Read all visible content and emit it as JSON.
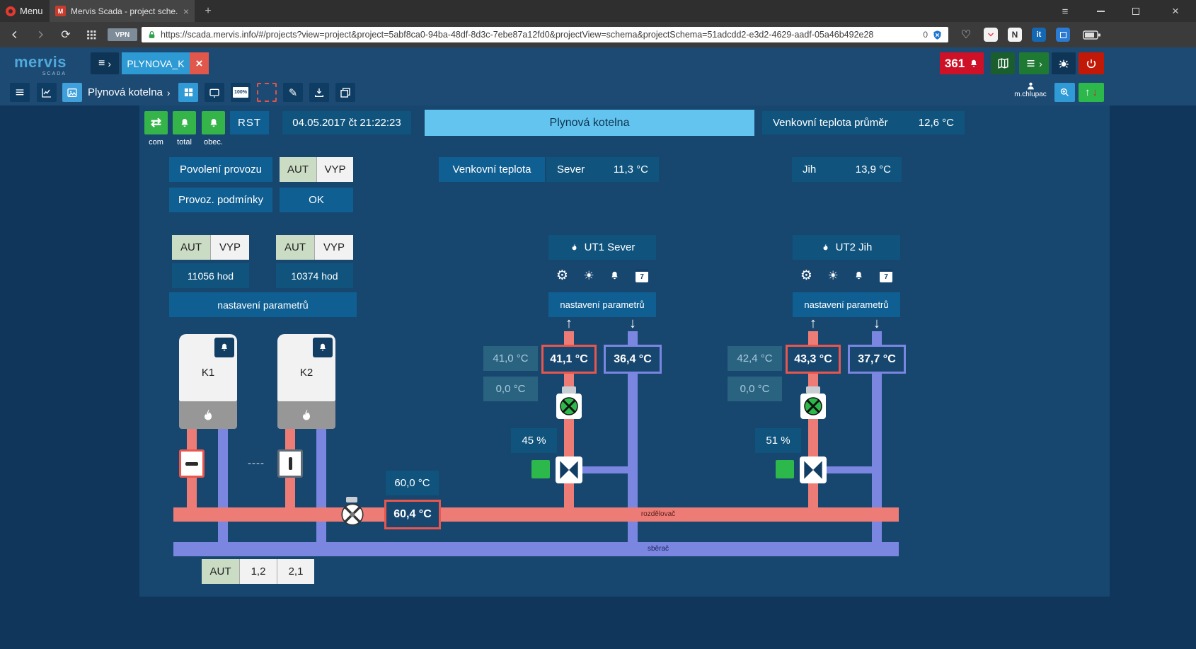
{
  "browser": {
    "menu_label": "Menu",
    "tab_title": "Mervis Scada - project sche...",
    "tab_favicon": "M",
    "new_tab": "+",
    "vpn_badge": "VPN",
    "url": "https://scada.mervis.info/#/projects?view=project&project=5abf8ca0-94ba-48df-8d3c-7ebe87a12fd0&projectView=schema&projectSchema=51adcdd2-e3d2-4629-aadf-05a46b492e28",
    "blocked_count": "0",
    "evernote_label": "N",
    "it_label": "it"
  },
  "header": {
    "logo": "mervis",
    "logo_sub": "scada",
    "project_tab": "PLYNOVA_K",
    "alarm_count": "361",
    "user": "m.chlupac"
  },
  "toolbar": {
    "breadcrumb": "Plynová kotelna",
    "zoom_100": "100%"
  },
  "scheme": {
    "legend_com": "com",
    "legend_total": "total",
    "legend_obec": "obec.",
    "rst": "RST",
    "datetime": "04.05.2017 čt 21:22:23",
    "title": "Plynová kotelna",
    "outdoor_avg_label": "Venkovní teplota průměr",
    "outdoor_avg_value": "12,6 °C",
    "enable_label": "Povolení provozu",
    "aut": "AUT",
    "vyp": "VYP",
    "conditions_label": "Provoz. podmínky",
    "conditions_value": "OK",
    "outdoor_label": "Venkovní teplota",
    "sever_label": "Sever",
    "sever_value": "11,3 °C",
    "jih_label": "Jih",
    "jih_value": "13,9 °C",
    "k1_name": "K1",
    "k2_name": "K2",
    "k1_hours": "11056 hod",
    "k2_hours": "10374 hod",
    "params_button": "nastavení parametrů",
    "dashes": "----",
    "ut1": {
      "title": "UT1 Sever",
      "calendar_day": "7",
      "setpoint": "41,0 °C",
      "supply": "41,1 °C",
      "return_temp": "36,4 °C",
      "aux": "0,0 °C",
      "valve_pct": "45 %"
    },
    "ut2": {
      "title": "UT2 Jih",
      "calendar_day": "7",
      "setpoint": "42,4 °C",
      "supply": "43,3 °C",
      "return_temp": "37,7 °C",
      "aux": "0,0 °C",
      "valve_pct": "51 %"
    },
    "header_setpoint": "60,0 °C",
    "header_actual": "60,4 °C",
    "supply_pipe_label": "rozdělovač",
    "return_pipe_label": "sběrač",
    "seq_aut": "AUT",
    "seq_12": "1,2",
    "seq_21": "2,1"
  },
  "icons": {
    "swap": "⇄",
    "up": "↑",
    "down": "↓",
    "gear": "⚙",
    "sun": "☀",
    "pencil": "✎",
    "heart": "♡",
    "reload": "⟳",
    "menu": "≡",
    "chevron": "›",
    "close": "×",
    "minimize": "–"
  },
  "colors": {
    "accent_green": "#35B44A",
    "alarm_red": "#CE1126",
    "pipe_supply": "#EE7C76",
    "pipe_return": "#7B86E0",
    "title_bg": "#63C5EF",
    "canvas": "#17466F"
  }
}
